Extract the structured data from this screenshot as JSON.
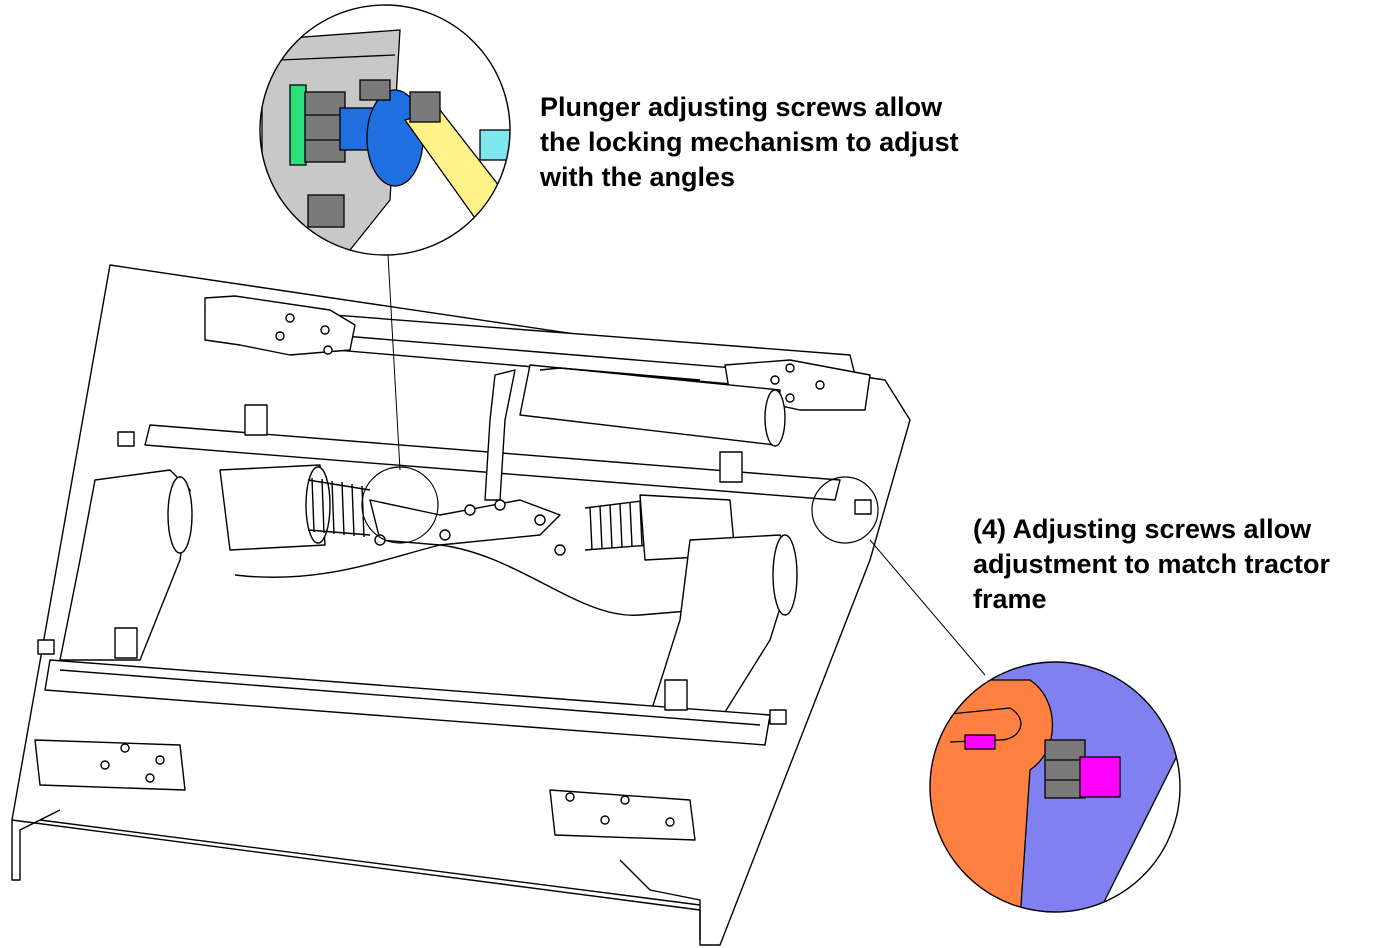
{
  "callouts": {
    "plunger": {
      "lines": [
        "Plunger adjusting screws allow",
        "the locking mechanism to adjust",
        "with the angles"
      ]
    },
    "adjusting": {
      "lines": [
        "(4) Adjusting screws allow",
        "adjustment  to match tractor",
        "frame"
      ]
    }
  },
  "colors": {
    "outline": "#000000",
    "frame_fill": "#ffffff",
    "plate_gray": "#c8c8c8",
    "screw_gray": "#7a7a7a",
    "washer_green": "#2ee07a",
    "plunger_blue": "#1f6fe0",
    "link_yellow": "#fff38a",
    "rod_cyan": "#7fe6f0",
    "bracket_orange": "#ff8040",
    "frame_purple": "#8080f0",
    "pin_magenta": "#ff00ff"
  }
}
